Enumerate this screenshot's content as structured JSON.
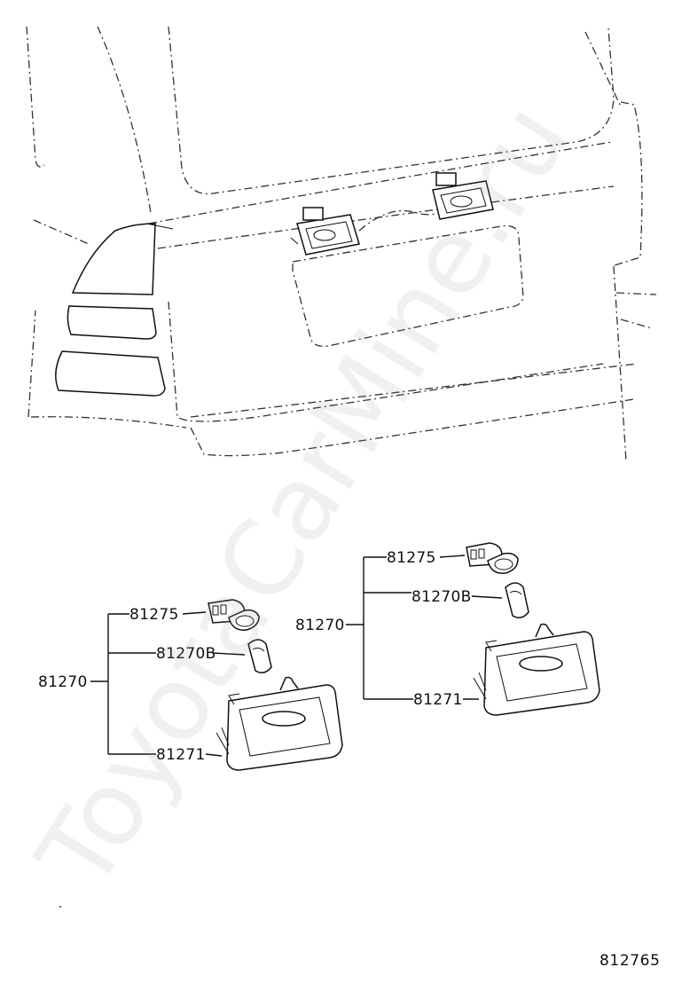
{
  "watermark": "ToyotaCarMine.ru",
  "figure_number": "812765",
  "left_group": {
    "assembly": "81270",
    "socket": "81275",
    "bulb": "81270B",
    "lens_housing": "81271"
  },
  "right_group": {
    "assembly": "81270",
    "socket": "81275",
    "bulb": "81270B",
    "lens_housing": "81271"
  }
}
